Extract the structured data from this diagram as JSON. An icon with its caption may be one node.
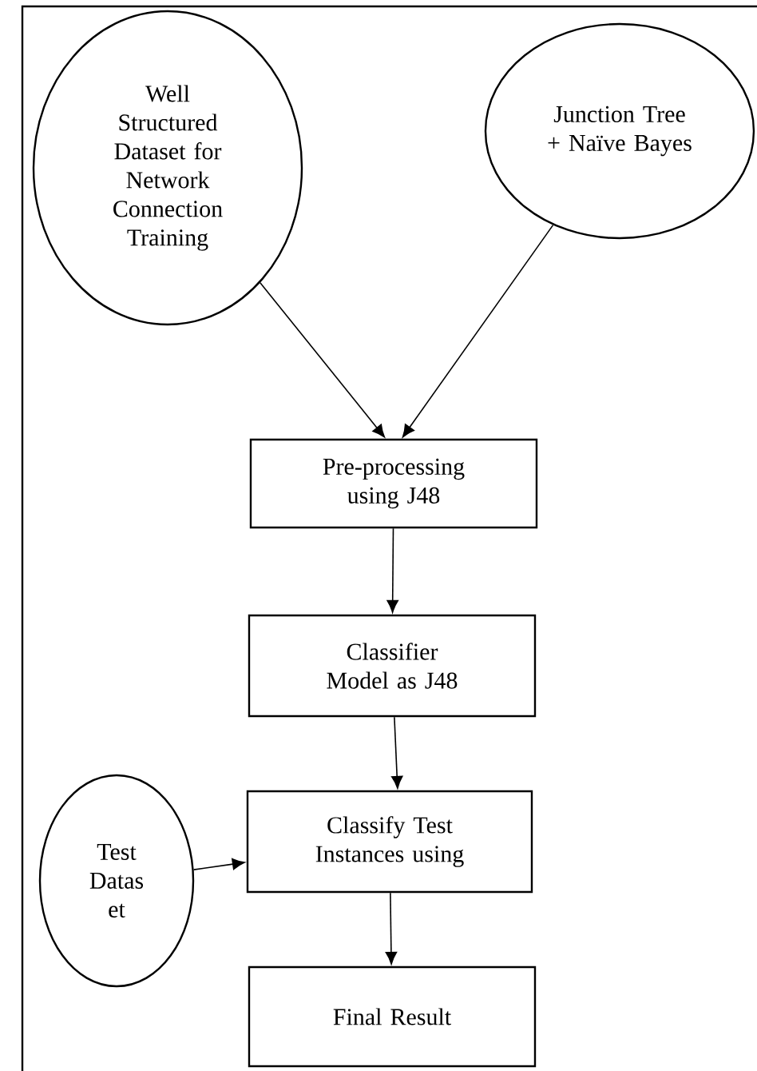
{
  "diagram": {
    "nodes": [
      {
        "text": [
          "Well Structured Dataset for Network Connection Training"
        ]
      },
      {
        "text": [
          "Junction Tree + Naïve Bayes"
        ]
      },
      {
        "text": [
          "Pre-processing using J48"
        ]
      },
      {
        "text": [
          "Classifier Model as J48"
        ]
      },
      {
        "text": [
          "Classify Test Instances using"
        ]
      },
      {
        "text": [
          "Test Datas et"
        ]
      },
      {
        "text": [
          "Final Result"
        ]
      }
    ],
    "edges": [
      {
        "from": 0,
        "to": 2,
        "arrow": "to"
      },
      {
        "from": 1,
        "to": 2,
        "arrow": "to"
      },
      {
        "from": 2,
        "to": 3,
        "arrow": "to"
      },
      {
        "from": 3,
        "to": 4,
        "arrow": "to"
      },
      {
        "from": 5,
        "to": 4,
        "arrow": "to"
      },
      {
        "from": 4,
        "to": 6,
        "arrow": "to"
      }
    ]
  }
}
